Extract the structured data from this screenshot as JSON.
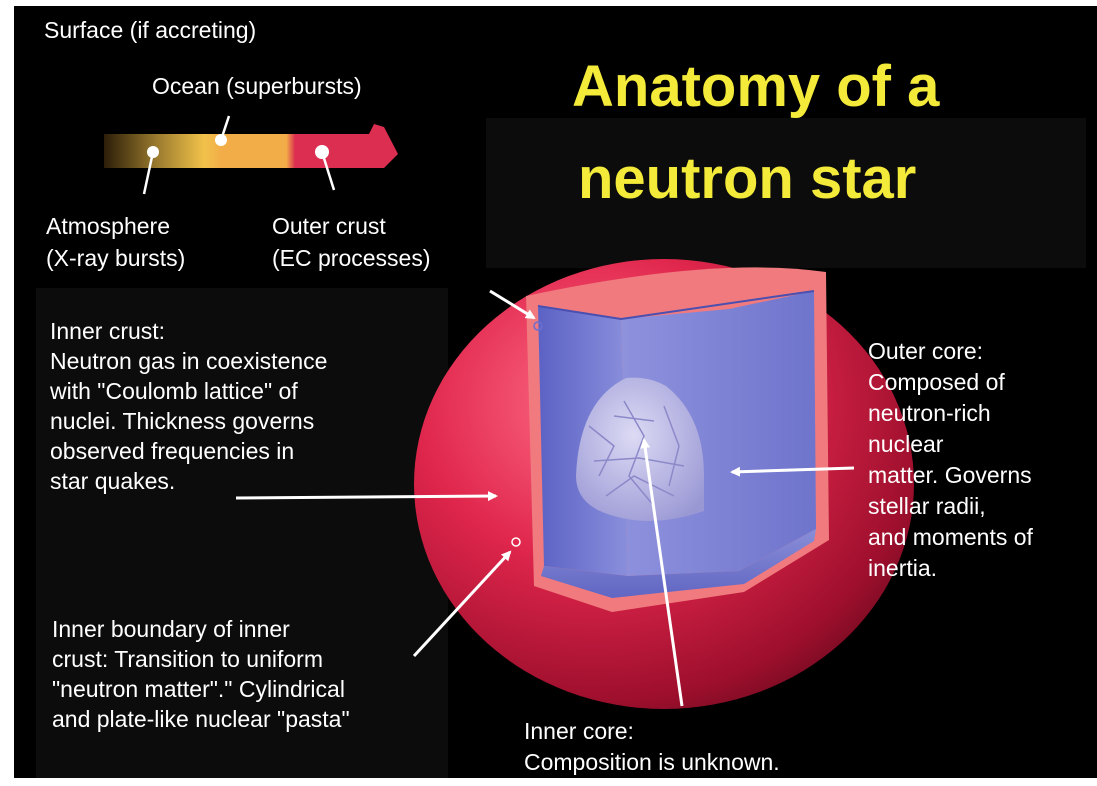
{
  "title": {
    "line1": "Anatomy of a",
    "line2": "neutron star"
  },
  "labels": {
    "surface": "Surface (if accreting)",
    "ocean": "Ocean (superbursts)",
    "atmosphere": "Atmosphere\n(X-ray bursts)",
    "outer_crust": "Outer crust\n(EC processes)",
    "inner_crust": "Inner crust:\nNeutron gas in coexistence\nwith \"Coulomb lattice\" of\nnuclei. Thickness governs\nobserved frequencies in\nstar quakes.",
    "outer_core": "Outer core:\nComposed of\nneutron-rich\nnuclear\nmatter. Governs\nstellar radii,\nand moments of\ninertia.",
    "inner_boundary": "Inner boundary of inner\ncrust: Transition to uniform\n\"neutron matter\".\" Cylindrical\nand plate-like nuclear \"pasta\"",
    "inner_core": "Inner core:\nComposition is unknown."
  },
  "colors": {
    "background": "#000000",
    "title": "#f3ea3a",
    "label_text": "#ffffff",
    "crust_red": "#d8264c",
    "crust_light": "#f0787c",
    "outer_core_blue": "#7f84d4",
    "inner_core_lavender": "#b9b8e6",
    "ocean_orange": "#f2ad48"
  }
}
